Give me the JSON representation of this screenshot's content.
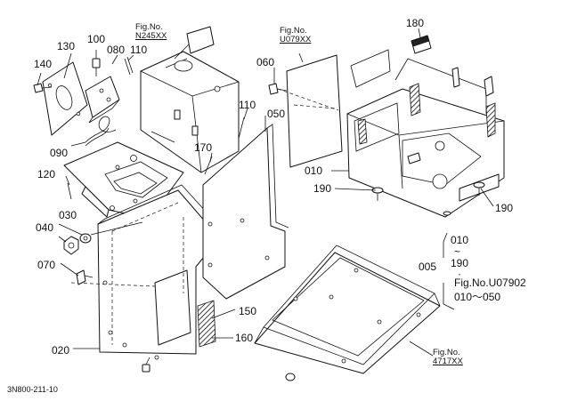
{
  "diagram": {
    "drawing_code": "3N800-211-10",
    "part_labels": {
      "p130": "130",
      "p100": "100",
      "p080": "080",
      "p110a": "110",
      "p140": "140",
      "p090": "090",
      "p120": "120",
      "p030": "030",
      "p040": "040",
      "p070": "070",
      "p020": "020",
      "p170": "170",
      "p110b": "110",
      "p050": "050",
      "p150": "150",
      "p160": "160",
      "p060": "060",
      "p180": "180",
      "p010": "010",
      "p190a": "190",
      "p190b": "190",
      "p005": "005"
    },
    "fig_refs": {
      "n245": {
        "prefix": "Fig.No.",
        "code": "N245XX"
      },
      "u079": {
        "prefix": "Fig.No.",
        "code": "U079XX"
      },
      "f4717": {
        "prefix": "Fig.No.",
        "code": "4717XX"
      }
    },
    "assembly_note": {
      "range_top": "010",
      "range_sep": "~",
      "range_bottom": "190",
      "fig_line": "Fig.No.U07902",
      "fig_range": "010～050",
      "dot": "·"
    }
  }
}
